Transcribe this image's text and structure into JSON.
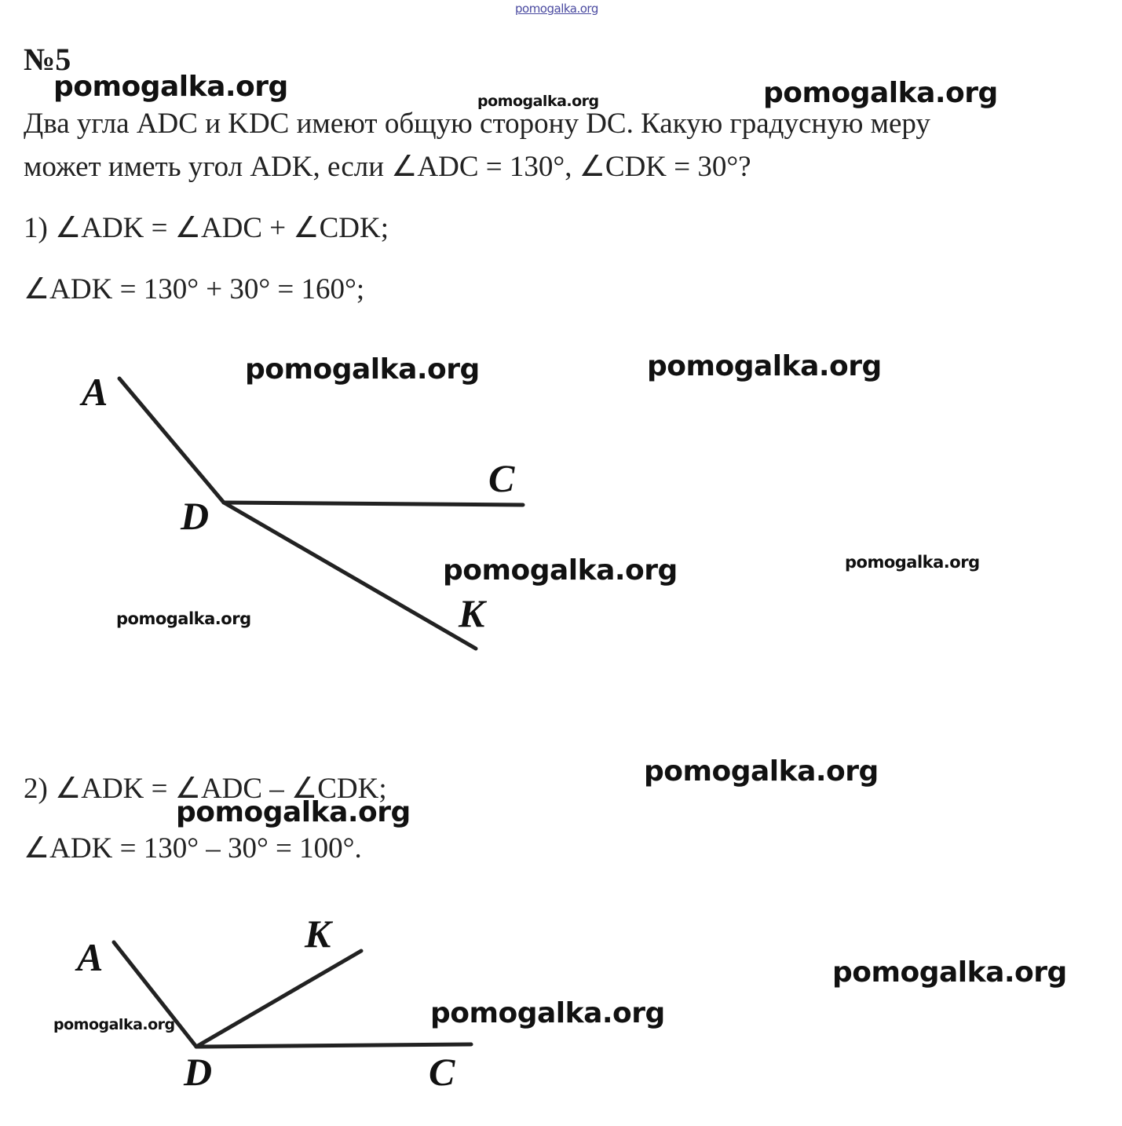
{
  "header": {
    "site": "pomogalka.org"
  },
  "problem": {
    "number": "№5",
    "text_line1": "Два угла ADC и KDC имеют общую сторону DC. Какую градусную меру",
    "text_line2": "может иметь угол ADK, если ∠ADC = 130°, ∠CDK = 30°?"
  },
  "case1": {
    "line1": "1)  ∠ADK = ∠ADC + ∠CDK;",
    "line2": "∠ADK = 130° + 30° = 160°;"
  },
  "case2": {
    "line1": "2) ∠ADK = ∠ADC – ∠CDK;",
    "line2": "∠ADK = 130° – 30° = 100°."
  },
  "figure1": {
    "labels": {
      "a": "A",
      "c": "C",
      "d": "D",
      "k": "K"
    }
  },
  "figure2": {
    "labels": {
      "a": "A",
      "c": "C",
      "d": "D",
      "k": "K"
    }
  },
  "watermark": "pomogalka.org"
}
